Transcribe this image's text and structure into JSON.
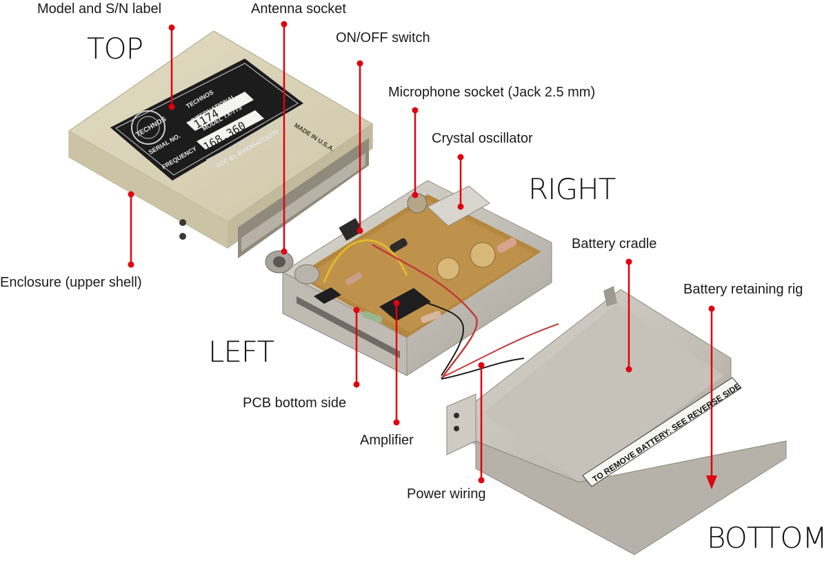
{
  "callouts": {
    "model_label": "Model and S/N label",
    "antenna": "Antenna socket",
    "switch": "ON/OFF switch",
    "microphone": "Microphone socket (Jack 2.5 mm)",
    "crystal": "Crystal oscillator",
    "battery_cradle": "Battery cradle",
    "battery_rig": "Battery retaining rig",
    "enclosure": "Enclosure (upper shell)",
    "pcb": "PCB bottom side",
    "amplifier": "Amplifier",
    "power": "Power wiring"
  },
  "orientation": {
    "top": "TOP",
    "right": "RIGHT",
    "left": "LEFT",
    "bottom": "BOTTOM"
  },
  "plate": {
    "line1": "TECHNOS",
    "line2": "INTERNATIONAL",
    "line3": "MODEL TX-775",
    "serial_label": "SERIAL NO.",
    "serial": "1174",
    "freq_label": "FREQUENCY",
    "freq": "168.360",
    "fcc": "FCC ID: BVK8S43TX775",
    "made_in": "MADE IN U.S.A.",
    "logo": "TECHNOS"
  },
  "battery_strip": "TO REMOVE BATTERY: SEE REVERSE SIDE",
  "colors": {
    "leader": "#e0000f",
    "enclosure": "#d6cfb4",
    "metal": "#c9c5bc",
    "pcb": "#a87b3e"
  }
}
